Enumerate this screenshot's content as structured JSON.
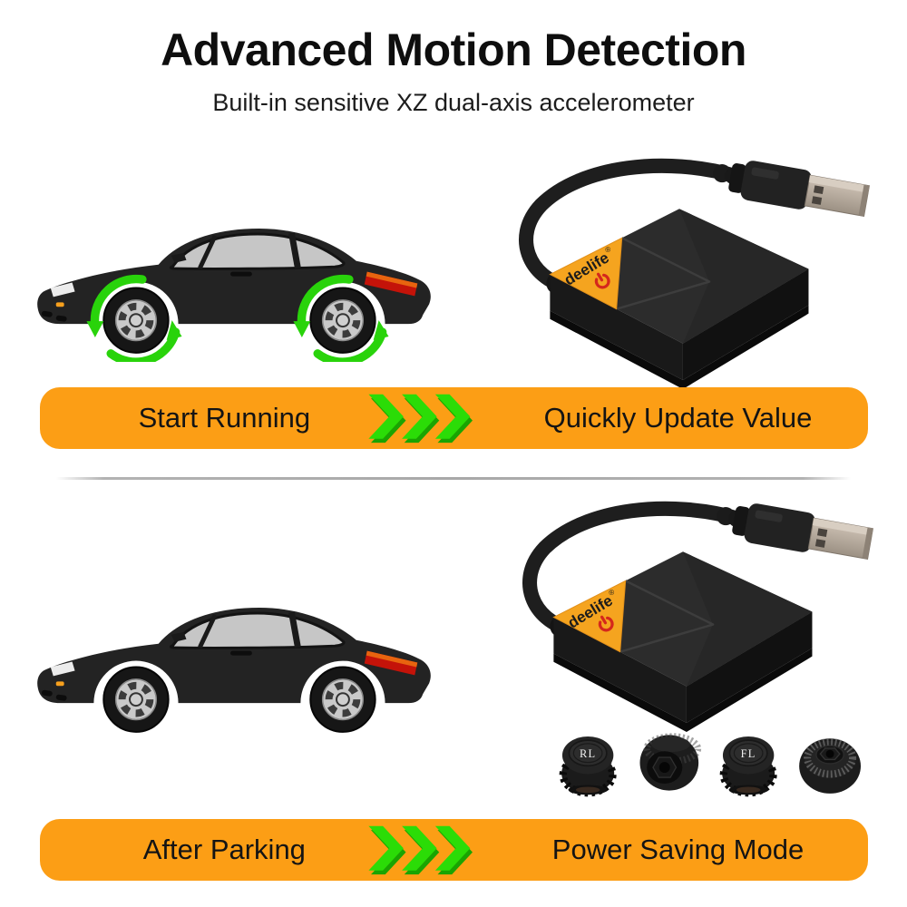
{
  "header": {
    "title": "Advanced Motion Detection",
    "subtitle": "Built-in sensitive XZ dual-axis accelerometer"
  },
  "sections": {
    "running": {
      "banner": {
        "left_label": "Start Running",
        "right_label": "Quickly Update Value"
      }
    },
    "parking": {
      "banner": {
        "left_label": "After Parking",
        "right_label": "Power Saving Mode"
      },
      "sensor_caps": {
        "cap1_label": "RL",
        "cap3_label": "FL"
      }
    }
  },
  "device": {
    "brand": "deelife",
    "reg_mark": "®"
  },
  "icons": {
    "banner_arrow": "triple-chevron-right-icon",
    "wheel_arrow": "counterclockwise-rotation-icon",
    "brand_badge": "power-symbol-icon"
  },
  "colors": {
    "banner_orange": "#FC9E15",
    "chevron_green": "#2BDC07",
    "chevron_green_shadow": "#1AA402",
    "wheel_arrow_green": "#29D30B",
    "label_triangle_orange": "#F5A41F",
    "power_icon_red": "#D5271C",
    "car_body_black": "#232323",
    "glass_gray": "#C6C6C6",
    "taillight_red": "#C41309",
    "usb_metal": "#B6A99C",
    "text_dark": "#141414"
  }
}
